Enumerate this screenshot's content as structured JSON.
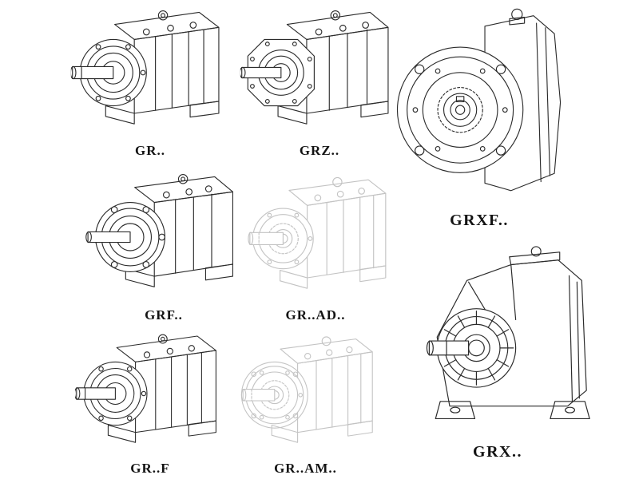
{
  "page": {
    "background": "#ffffff",
    "line_color": "#2b2b2b",
    "ghost_line_color": "#c3c3c3",
    "label_color": "#131313",
    "description": "Catalog sheet of helical gear reducer model variants, isometric technical line drawings"
  },
  "items": [
    {
      "id": "gr",
      "label": "GR..",
      "drawing": "foot-mounted-helical-gear-unit-iso",
      "ghost": false
    },
    {
      "id": "grz",
      "label": "GRZ..",
      "drawing": "octagon-face-helical-gear-unit-iso",
      "ghost": false
    },
    {
      "id": "grxf",
      "label": "GRXF..",
      "drawing": "flange-mounted-gear-unit-front-view",
      "ghost": false
    },
    {
      "id": "grf",
      "label": "GRF..",
      "drawing": "flange-foot-helical-gear-unit-iso",
      "ghost": false
    },
    {
      "id": "grad",
      "label": "GR..AD..",
      "drawing": "gear-unit-with-input-adapter-phantom",
      "ghost": true
    },
    {
      "id": "grff",
      "label": "GR..F",
      "drawing": "foot-mounted-helical-gear-unit-iso",
      "ghost": false
    },
    {
      "id": "gram",
      "label": "GR..AM..",
      "drawing": "gear-unit-with-motor-adapter-phantom",
      "ghost": true
    },
    {
      "id": "grx",
      "label": "GRX..",
      "drawing": "large-foot-mounted-gear-unit-iso",
      "ghost": false
    }
  ]
}
